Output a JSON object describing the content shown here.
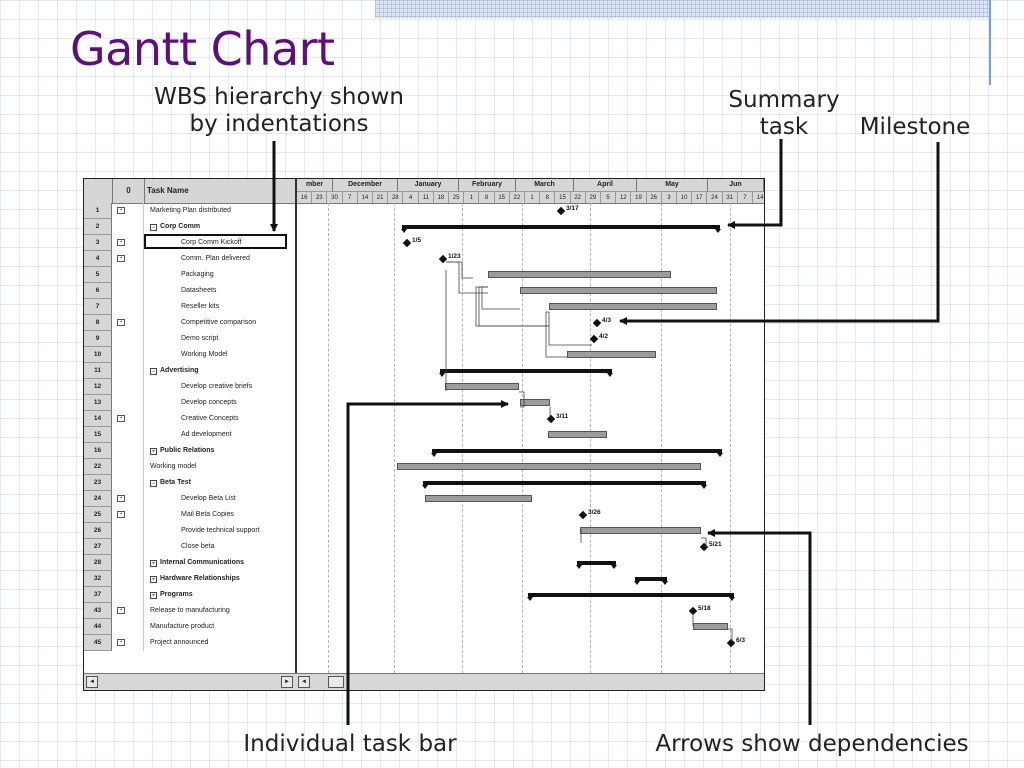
{
  "slide": {
    "title": "Gantt Chart",
    "callouts": {
      "wbs": [
        "WBS hierarchy shown",
        "by indentations"
      ],
      "summary": [
        "Summary",
        "task"
      ],
      "milestone": "Milestone",
      "task_bar": "Individual task bar",
      "dependencies": "Arrows show dependencies"
    }
  },
  "gantt": {
    "headers": {
      "indicator": "0",
      "task_name": "Task Name"
    },
    "months": [
      "mber",
      "December",
      "January",
      "February",
      "March",
      "April",
      "May",
      "Jun"
    ],
    "weeks": [
      "16",
      "23",
      "30",
      "7",
      "14",
      "21",
      "28",
      "4",
      "11",
      "18",
      "25",
      "1",
      "8",
      "15",
      "22",
      "1",
      "8",
      "15",
      "22",
      "29",
      "5",
      "12",
      "19",
      "26",
      "3",
      "10",
      "17",
      "24",
      "31",
      "7",
      "14"
    ],
    "rows": [
      {
        "id": "1",
        "name": "Marketing Plan distributed",
        "level": 1,
        "summary": false,
        "icon": true,
        "milestone": {
          "label": "3/17"
        }
      },
      {
        "id": "2",
        "name": "Corp Comm",
        "level": 1,
        "summary": true,
        "outline": "−",
        "icon": false
      },
      {
        "id": "3",
        "name": "Corp Comm Kickoff",
        "level": 2,
        "summary": false,
        "icon": true,
        "milestone": {
          "label": "1/5"
        }
      },
      {
        "id": "4",
        "name": "Comm. Plan delivered",
        "level": 2,
        "summary": false,
        "icon": true,
        "milestone": {
          "label": "1/23"
        }
      },
      {
        "id": "5",
        "name": "Packaging",
        "level": 2,
        "summary": false,
        "icon": false
      },
      {
        "id": "6",
        "name": "Datasheets",
        "level": 2,
        "summary": false,
        "icon": false
      },
      {
        "id": "7",
        "name": "Reseller kits",
        "level": 2,
        "summary": false,
        "icon": false
      },
      {
        "id": "8",
        "name": "Competitive comparison",
        "level": 2,
        "summary": false,
        "icon": true,
        "milestone": {
          "label": "4/3"
        }
      },
      {
        "id": "9",
        "name": "Demo script",
        "level": 2,
        "summary": false,
        "icon": false,
        "milestone": {
          "label": "4/2"
        }
      },
      {
        "id": "10",
        "name": "Working Model",
        "level": 2,
        "summary": false,
        "icon": false
      },
      {
        "id": "11",
        "name": "Advertising",
        "level": 1,
        "summary": true,
        "outline": "−",
        "icon": false
      },
      {
        "id": "12",
        "name": "Develop creative briefs",
        "level": 2,
        "summary": false,
        "icon": false
      },
      {
        "id": "13",
        "name": "Develop concepts",
        "level": 2,
        "summary": false,
        "icon": false
      },
      {
        "id": "14",
        "name": "Creative Concepts",
        "level": 2,
        "summary": false,
        "icon": true,
        "milestone": {
          "label": "3/11"
        }
      },
      {
        "id": "15",
        "name": "Ad development",
        "level": 2,
        "summary": false,
        "icon": false
      },
      {
        "id": "16",
        "name": "Public Relations",
        "level": 1,
        "summary": true,
        "outline": "+",
        "icon": false
      },
      {
        "id": "22",
        "name": "Working model",
        "level": 1,
        "summary": false,
        "icon": false
      },
      {
        "id": "23",
        "name": "Beta Test",
        "level": 1,
        "summary": true,
        "outline": "−",
        "icon": false
      },
      {
        "id": "24",
        "name": "Develop Beta List",
        "level": 2,
        "summary": false,
        "icon": true
      },
      {
        "id": "25",
        "name": "Mail Beta Copies",
        "level": 2,
        "summary": false,
        "icon": true,
        "milestone": {
          "label": "3/26"
        }
      },
      {
        "id": "26",
        "name": "Provide technical support",
        "level": 2,
        "summary": false,
        "icon": false
      },
      {
        "id": "27",
        "name": "Close beta",
        "level": 2,
        "summary": false,
        "icon": false,
        "milestone": {
          "label": "5/21"
        }
      },
      {
        "id": "28",
        "name": "Internal Communications",
        "level": 1,
        "summary": true,
        "outline": "+",
        "icon": false
      },
      {
        "id": "32",
        "name": "Hardware Relationships",
        "level": 1,
        "summary": true,
        "outline": "+",
        "icon": false
      },
      {
        "id": "37",
        "name": "Programs",
        "level": 1,
        "summary": true,
        "outline": "+",
        "icon": false
      },
      {
        "id": "43",
        "name": "Release to manufacturing",
        "level": 1,
        "summary": false,
        "icon": true,
        "milestone": {
          "label": "5/18"
        }
      },
      {
        "id": "44",
        "name": "Manufacture product",
        "level": 1,
        "summary": false,
        "icon": false
      },
      {
        "id": "45",
        "name": "Project announced",
        "level": 1,
        "summary": false,
        "icon": true,
        "milestone": {
          "label": "6/3"
        }
      }
    ]
  }
}
